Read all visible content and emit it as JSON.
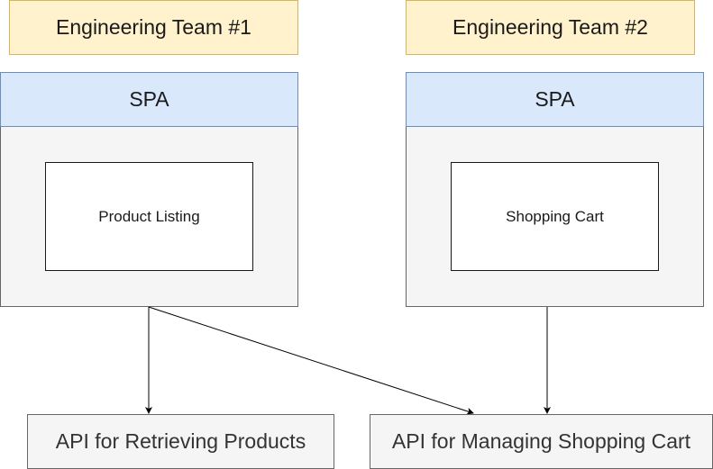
{
  "teams": [
    {
      "label": "Engineering Team #1"
    },
    {
      "label": "Engineering Team #2"
    }
  ],
  "spas": [
    {
      "header": "SPA",
      "feature": "Product Listing"
    },
    {
      "header": "SPA",
      "feature": "Shopping Cart"
    }
  ],
  "apis": [
    {
      "label": "API for Retrieving Products"
    },
    {
      "label": "API for Managing Shopping Cart"
    }
  ],
  "edges": [
    {
      "from": "spa-1",
      "to": "api-retrieving-products"
    },
    {
      "from": "spa-1",
      "to": "api-managing-shopping-cart"
    },
    {
      "from": "spa-2",
      "to": "api-managing-shopping-cart"
    }
  ],
  "colors": {
    "team_fill": "#fff2cc",
    "team_stroke": "#d6b656",
    "spa_header_fill": "#dae8fc",
    "spa_header_stroke": "#6c8ebf",
    "container_fill": "#f5f5f5",
    "container_stroke": "#666666",
    "edge": "#000000"
  }
}
